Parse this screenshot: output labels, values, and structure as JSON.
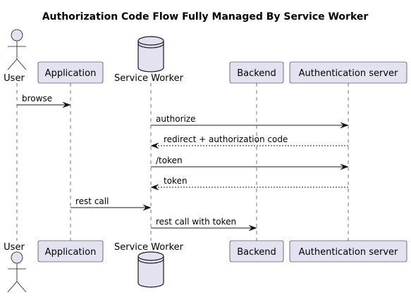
{
  "title": "Authorization Code Flow Fully Managed By Service Worker",
  "colors": {
    "participant_fill": "#E2E2F0",
    "participant_stroke": "#181818",
    "lifeline": "#181818",
    "arrow": "#181818",
    "text": "#000000"
  },
  "participants": [
    {
      "id": "user",
      "label": "User",
      "kind": "actor"
    },
    {
      "id": "application",
      "label": "Application",
      "kind": "participant"
    },
    {
      "id": "service_worker",
      "label": "Service Worker",
      "kind": "database"
    },
    {
      "id": "backend",
      "label": "Backend",
      "kind": "participant"
    },
    {
      "id": "auth_server",
      "label": "Authentication server",
      "kind": "participant"
    }
  ],
  "messages": [
    {
      "from": "user",
      "to": "application",
      "label": "browse",
      "style": "solid"
    },
    {
      "from": "service_worker",
      "to": "auth_server",
      "label": "authorize",
      "style": "solid"
    },
    {
      "from": "auth_server",
      "to": "service_worker",
      "label": "redirect + authorization code",
      "style": "dashed"
    },
    {
      "from": "service_worker",
      "to": "auth_server",
      "label": "/token",
      "style": "solid"
    },
    {
      "from": "auth_server",
      "to": "service_worker",
      "label": "token",
      "style": "dashed"
    },
    {
      "from": "application",
      "to": "service_worker",
      "label": "rest call",
      "style": "solid"
    },
    {
      "from": "service_worker",
      "to": "backend",
      "label": "rest call with token",
      "style": "solid"
    }
  ]
}
